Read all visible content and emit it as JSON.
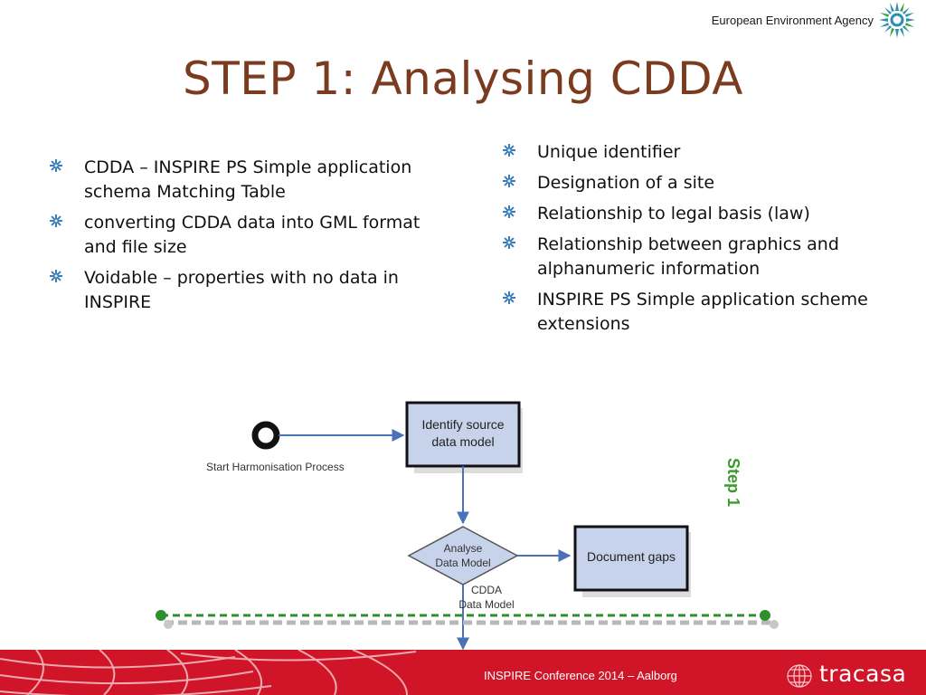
{
  "header": {
    "agency_name": "European Environment Agency",
    "agency_logo_icon": "eea-sun-logo-icon"
  },
  "slide": {
    "title": "STEP 1: Analysing CDDA",
    "left_bullets": [
      "CDDA – INSPIRE PS Simple application schema Matching Table",
      "converting CDDA data into GML format and file size",
      "Voidable – properties with no data in INSPIRE"
    ],
    "right_bullets": [
      "Unique identifier",
      "Designation of a site",
      "Relationship to legal basis (law)",
      "Relationship between graphics and alphanumeric information",
      "INSPIRE PS Simple application scheme extensions"
    ],
    "bullet_icon": "gear-bullet-icon"
  },
  "diagram": {
    "start_label": "Start Harmonisation Process",
    "box_identify": [
      "Identify source",
      "data model"
    ],
    "decision_analyse": [
      "Analyse",
      "Data Model"
    ],
    "box_gaps": "Document gaps",
    "cdda_label": [
      "CDDA",
      "Data Model"
    ],
    "step_label": "Step 1",
    "colors": {
      "box_fill": "#c6d3ea",
      "arrow": "#4a72b8",
      "step_text": "#3d9a2f",
      "dashed_green": "#2f8f2f"
    }
  },
  "footer": {
    "conference": "INSPIRE Conference 2014 – Aalborg",
    "brand": "tracasa",
    "bg_color": "#d01528"
  }
}
